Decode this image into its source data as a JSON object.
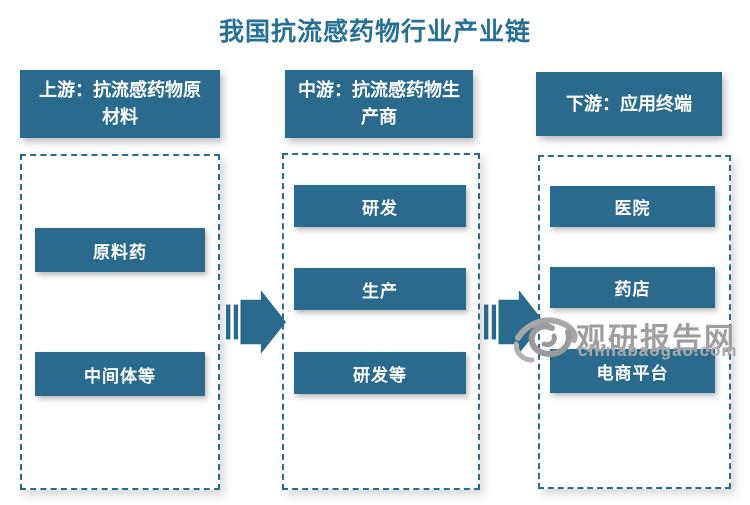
{
  "title": "我国抗流感药物行业产业链",
  "columns": [
    {
      "header": "上游：抗流感药物原材料",
      "items": [
        "原料药",
        "中间体等"
      ]
    },
    {
      "header": "中游：抗流感药物生产商",
      "items": [
        "研发",
        "生产",
        "研发等"
      ]
    },
    {
      "header": "下游：应用终端",
      "items": [
        "医院",
        "药店",
        "电商平台"
      ]
    }
  ],
  "watermark": {
    "brand": "观研报告网",
    "domain": "chinabaogao.com",
    "logo_icon": "eye-swirl-icon"
  },
  "colors": {
    "accent_teal": "#2a6a8c",
    "title_text": "#266f95",
    "watermark_gray": "#9e9e9e",
    "background": "#ffffff"
  }
}
